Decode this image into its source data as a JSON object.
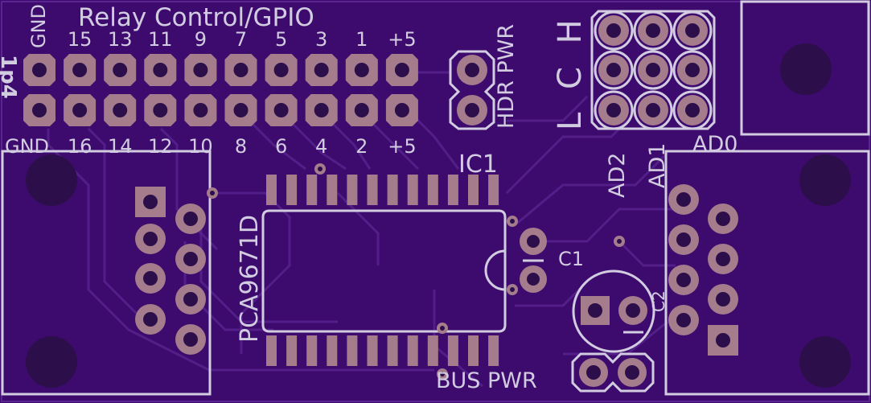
{
  "labels": {
    "title": "Relay Control/GPIO",
    "side_label": "1p4",
    "gnd_top": "GND",
    "gnd_bottom": "GND",
    "top_pins": [
      "15",
      "13",
      "11",
      "9",
      "7",
      "5",
      "3",
      "1",
      "+5"
    ],
    "bottom_pins": [
      "16",
      "14",
      "12",
      "10",
      "8",
      "6",
      "4",
      "2",
      "+5"
    ],
    "hdr_pwr": "HDR PWR",
    "lch": "L C H",
    "ad0": "AD0",
    "ad1": "AD1",
    "ad2": "AD2",
    "ic1": "IC1",
    "chip": "PCA9671D",
    "c1": "C1",
    "c2": "C2",
    "bus_pwr": "BUS PWR"
  },
  "colors": {
    "board": "#3d0b6e",
    "trace": "#5a2592",
    "silkscreen": "#d2cce0",
    "copper": "#a47c8c",
    "hole": "#2c0f4a"
  }
}
